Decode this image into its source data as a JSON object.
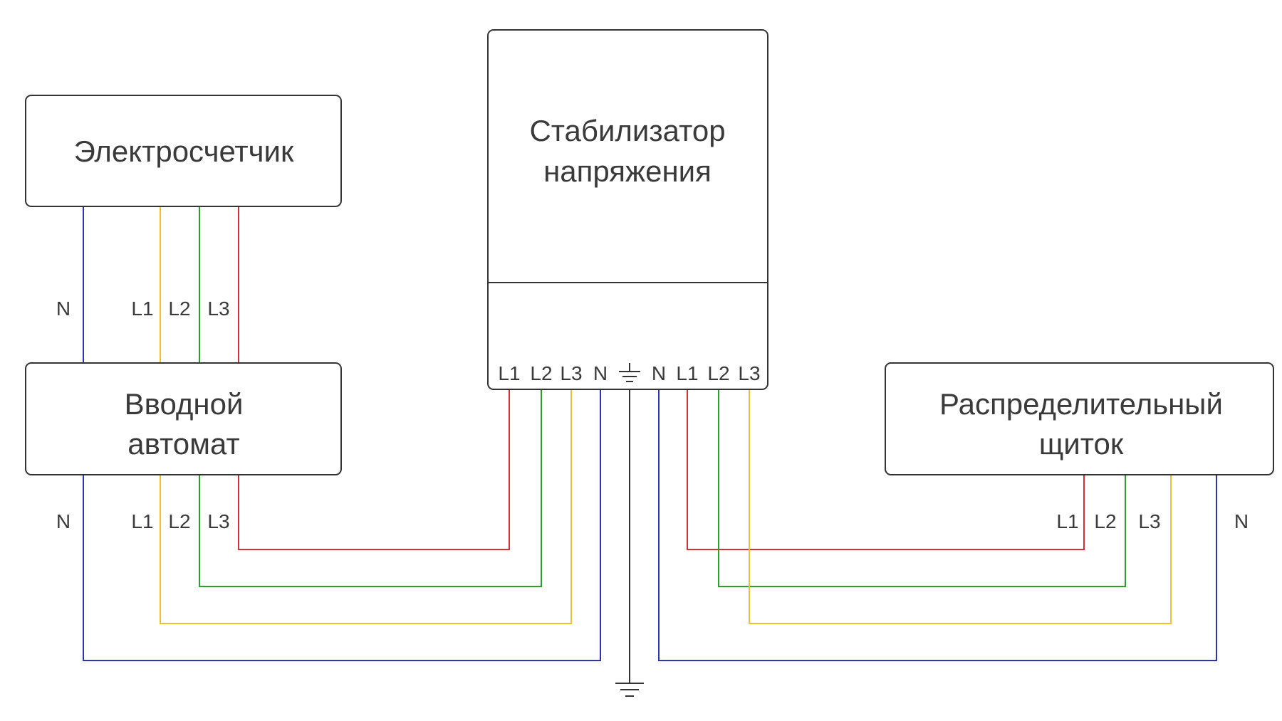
{
  "colors": {
    "L1": "#d63030",
    "L2": "#2e9e2e",
    "L3": "#f0c030",
    "N": "#2a35b5",
    "ground": "#333333",
    "box_stroke": "#333333",
    "text": "#3a3a3a"
  },
  "meter": {
    "label": "Электросчетчик"
  },
  "breaker": {
    "line1": "Вводной",
    "line2": "автомат"
  },
  "stabilizer": {
    "line1": "Стабилизатор",
    "line2": "напряжения"
  },
  "panel": {
    "line1": "Распределительный",
    "line2": "щиток"
  },
  "wire_labels": {
    "N": "N",
    "L1": "L1",
    "L2": "L2",
    "L3": "L3"
  },
  "ground_icon": "ground-icon"
}
